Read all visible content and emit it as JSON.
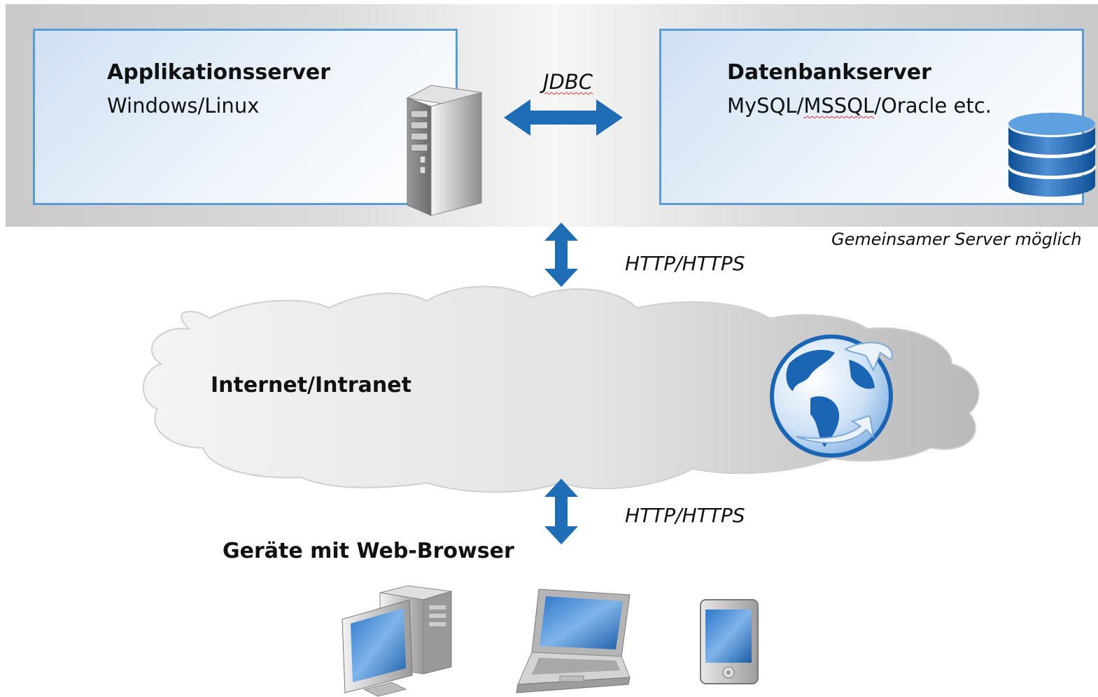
{
  "app_server": {
    "title": "Applikationsserver",
    "os": "Windows/Linux"
  },
  "db_server": {
    "title": "Datenbankserver",
    "db_prefix": "MySQL/",
    "db_marked": "MSSQL",
    "db_suffix": "/Oracle etc."
  },
  "jdbc_label": "JDBC",
  "shared_note": "Gemeinsamer Server möglich",
  "protocol_top": "HTTP/HTTPS",
  "network_label": "Internet/Intranet",
  "protocol_bottom": "HTTP/HTTPS",
  "devices_label": "Geräte mit Web-Browser",
  "colors": {
    "accent": "#1f6db5",
    "box_border": "#5b9bd5",
    "band": "#d4d4d4"
  }
}
